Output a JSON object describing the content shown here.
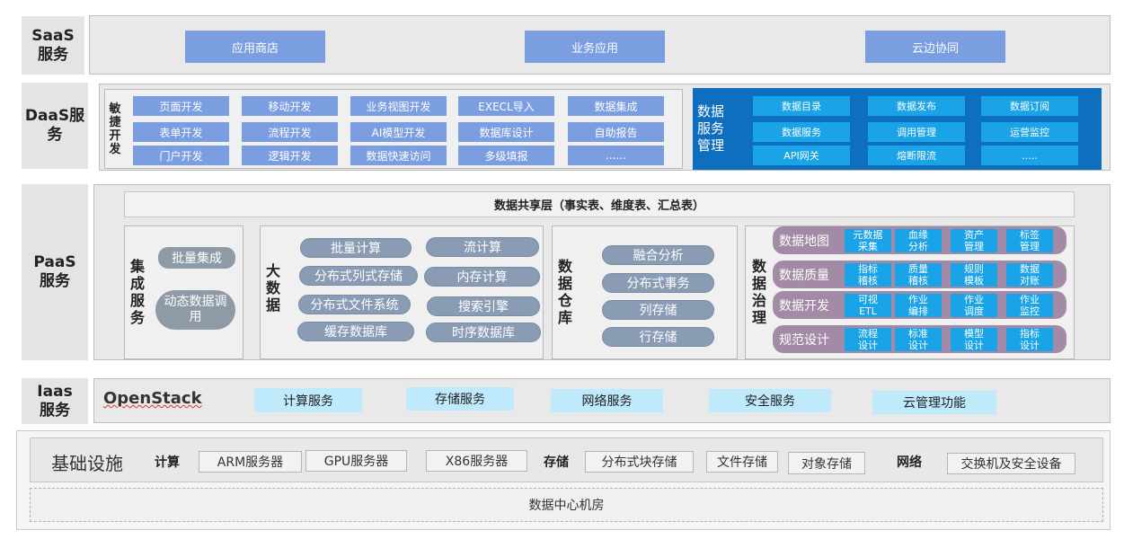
{
  "saas": {
    "label": "SaaS\n服务",
    "items": [
      "应用商店",
      "业务应用",
      "云边协同"
    ]
  },
  "daas": {
    "label": "DaaS服\n务",
    "agile_label": "敏\n捷\n开\n发",
    "agile_items": [
      "页面开发",
      "移动开发",
      "业务视图开发",
      "EXECL导入",
      "数据集成",
      "表单开发",
      "流程开发",
      "AI模型开发",
      "数据库设计",
      "自助报告",
      "门户开发",
      "逻辑开发",
      "数据快速访问",
      "多级填报",
      "......"
    ],
    "mgmt_label": "数据\n服务\n管理",
    "mgmt_items": [
      "数据目录",
      "数据发布",
      "数据订阅",
      "数据服务",
      "调用管理",
      "运营监控",
      "API网关",
      "熔断限流",
      "....."
    ]
  },
  "paas": {
    "label": "PaaS\n服务",
    "shared_layer": "数据共享层（事实表、维度表、汇总表）",
    "integration": {
      "label": "集\n成\n服\n务",
      "items": [
        "批量集成",
        "动态数据调\n用"
      ]
    },
    "bigdata": {
      "label": "大\n数\n据",
      "items": [
        "批量计算",
        "流计算",
        "分布式列式存储",
        "内存计算",
        "分布式文件系统",
        "搜索引擎",
        "缓存数据库",
        "时序数据库"
      ]
    },
    "warehouse": {
      "label": "数\n据\n仓\n库",
      "items": [
        "融合分析",
        "分布式事务",
        "列存储",
        "行存储"
      ]
    },
    "governance": {
      "label": "数\n据\n治\n理",
      "rows": [
        {
          "label": "数据地图",
          "items": [
            "元数据\n采集",
            "血缘\n分析",
            "资产\n管理",
            "标签\n管理"
          ]
        },
        {
          "label": "数据质量",
          "items": [
            "指标\n稽核",
            "质量\n稽核",
            "规则\n模板",
            "数据\n对账"
          ]
        },
        {
          "label": "数据开发",
          "items": [
            "可视\nETL",
            "作业\n编排",
            "作业\n调度",
            "作业\n监控"
          ]
        },
        {
          "label": "规范设计",
          "items": [
            "流程\n设计",
            "标准\n设计",
            "模型\n设计",
            "指标\n设计"
          ]
        }
      ]
    }
  },
  "iaas": {
    "label": "Iaas\n服务",
    "platform": "OpenStack",
    "items": [
      "计算服务",
      "存储服务",
      "网络服务",
      "安全服务",
      "云管理功能"
    ]
  },
  "infra": {
    "title": "基础设施",
    "compute_label": "计算",
    "compute_items": [
      "ARM服务器",
      "GPU服务器",
      "X86服务器"
    ],
    "storage_label": "存储",
    "storage_items": [
      "分布式块存储",
      "文件存储",
      "对象存储"
    ],
    "network_label": "网络",
    "network_items": [
      "交换机及安全设备"
    ],
    "datacenter": "数据中心机房"
  }
}
